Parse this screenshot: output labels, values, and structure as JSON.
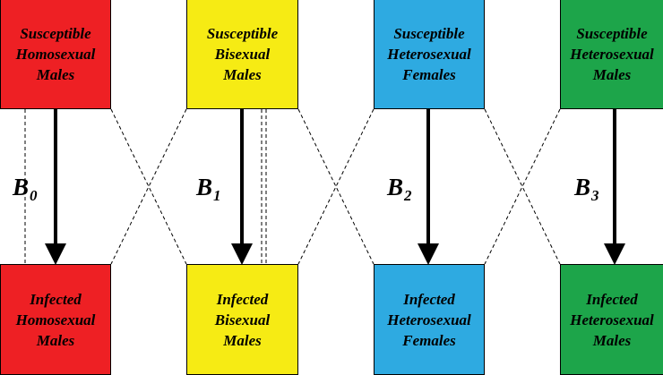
{
  "susceptible": [
    {
      "lines": [
        "Susceptible",
        "Homosexual",
        "Males"
      ],
      "color": "#ee2024"
    },
    {
      "lines": [
        "Susceptible",
        "Bisexual",
        "Males"
      ],
      "color": "#f6eb14"
    },
    {
      "lines": [
        "Susceptible",
        "Heterosexual",
        "Females"
      ],
      "color": "#2eaae1"
    },
    {
      "lines": [
        "Susceptible",
        "Heterosexual",
        "Males"
      ],
      "color": "#1da54a"
    }
  ],
  "infected": [
    {
      "lines": [
        "Infected",
        "Homosexual",
        "Males"
      ],
      "color": "#ee2024"
    },
    {
      "lines": [
        "Infected",
        "Bisexual",
        "Males"
      ],
      "color": "#f6eb14"
    },
    {
      "lines": [
        "Infected",
        "Heterosexual",
        "Females"
      ],
      "color": "#2eaae1"
    },
    {
      "lines": [
        "Infected",
        "Heterosexual",
        "Males"
      ],
      "color": "#1da54a"
    }
  ],
  "coefficients": [
    {
      "base": "B",
      "sub": "0"
    },
    {
      "base": "B",
      "sub": "1"
    },
    {
      "base": "B",
      "sub": "2"
    },
    {
      "base": "B",
      "sub": "3"
    }
  ]
}
